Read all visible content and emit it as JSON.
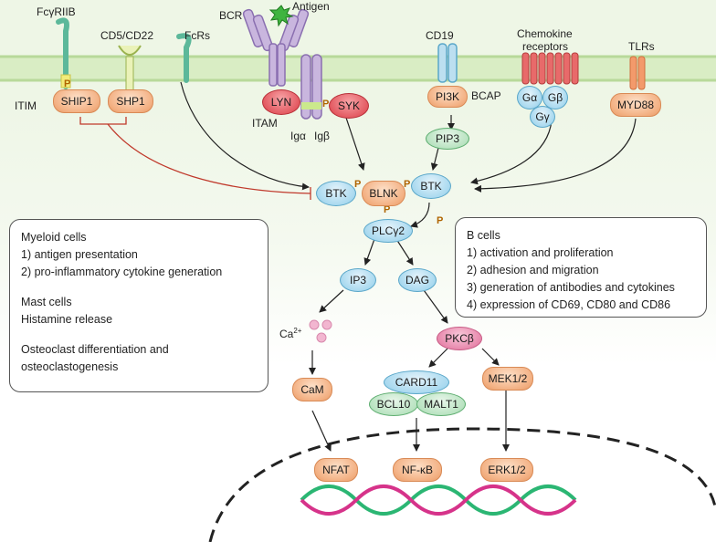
{
  "receptors": {
    "fcgriib": "FcγRIIB",
    "itim": "ITIM",
    "cd5cd22": "CD5/CD22",
    "fcrs": "FcRs",
    "bcr": "BCR",
    "antigen": "Antigen",
    "itam": "ITAM",
    "iga": "Igα",
    "igb": "Igβ",
    "cd19": "CD19",
    "bcap": "BCAP",
    "chemokine_line1": "Chemokine",
    "chemokine_line2": "receptors",
    "tlrs": "TLRs"
  },
  "nodes": {
    "ship1_a": "SHIP1",
    "ship1_b": "SHP1",
    "lyn": "LYN",
    "syk": "SYK",
    "pi3k": "PI3K",
    "galpha": "Gα",
    "gbeta": "Gβ",
    "ggamma": "Gγ",
    "myd88": "MYD88",
    "pip3": "PIP3",
    "btk_left": "BTK",
    "blnk": "BLNK",
    "btk_right": "BTK",
    "plcg2": "PLCγ2",
    "ip3": "IP3",
    "dag": "DAG",
    "ca_base": "Ca",
    "ca_sup": "2+",
    "pkcb": "PKCβ",
    "card11": "CARD11",
    "bcl10": "BCL10",
    "malt1": "MALT1",
    "mek12": "MEK1/2",
    "cam": "CaM",
    "nfat": "NFAT",
    "nfkb": "NF-κB",
    "erk12": "ERK1/2",
    "p_label": "P"
  },
  "left_box": {
    "lines": [
      "Myeloid cells",
      "1) antigen presentation",
      "2) pro-inflammatory cytokine generation",
      "",
      "Mast cells",
      "Histamine release",
      "",
      "Osteoclast differentiation and",
      "osteoclastogenesis"
    ]
  },
  "right_box": {
    "lines": [
      "B cells",
      "1) activation and proliferation",
      "2) adhesion and migration",
      "3) generation of antibodies and cytokines",
      "4) expression of CD69, CD80 and CD86"
    ]
  },
  "colors": {
    "membrane_green": "#c6e3a3",
    "inhibit_red": "#c0392b",
    "dna_green": "#2bb673",
    "dna_magenta": "#d6338a"
  }
}
